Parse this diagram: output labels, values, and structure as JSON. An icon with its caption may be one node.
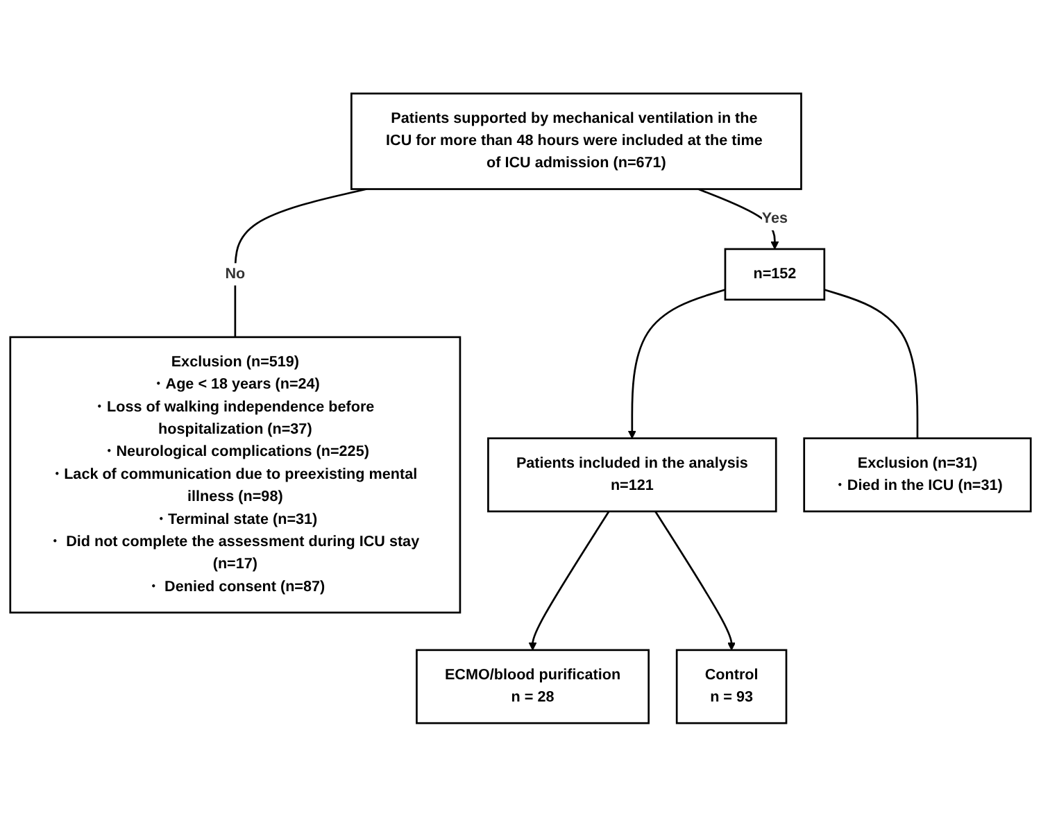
{
  "diagram": {
    "nodes": [
      {
        "text": [
          "Patients supported by mechanical ventilation in the ICU for more than 48 hours were included at the time of ICU admission (n=671)"
        ]
      },
      {
        "text": [
          "Exclusion (n=519)",
          "・Age < 18 years (n=24)",
          "・Loss of walking independence before hospitalization (n=37)",
          "・Neurological complications (n=225)",
          "・Lack of communication due to preexisting mental illness (n=98)",
          "・Terminal state (n=31)",
          "・ Did not complete the assessment during ICU stay (n=17)",
          "・ Denied consent (n=87)"
        ]
      },
      {
        "text": [
          "n=152"
        ]
      },
      {
        "text": [
          "Exclusion (n=31)",
          "・Died in the ICU (n=31)"
        ]
      },
      {
        "text": [
          "Patients included in the analysis",
          "n=121"
        ]
      },
      {
        "text": [
          "ECMO/blood purification",
          "n = 28"
        ]
      },
      {
        "text": [
          "Control",
          "n = 93"
        ]
      }
    ],
    "edges": [
      {
        "from": 0,
        "to": 2,
        "arrow": "to",
        "label": "Yes"
      },
      {
        "from": 0,
        "to": 1,
        "arrow": "none",
        "label": "No"
      },
      {
        "from": 2,
        "to": 4,
        "arrow": "to"
      },
      {
        "from": 2,
        "to": 3,
        "arrow": "none"
      },
      {
        "from": 4,
        "to": 5,
        "arrow": "to"
      },
      {
        "from": 4,
        "to": 6,
        "arrow": "to"
      }
    ]
  }
}
